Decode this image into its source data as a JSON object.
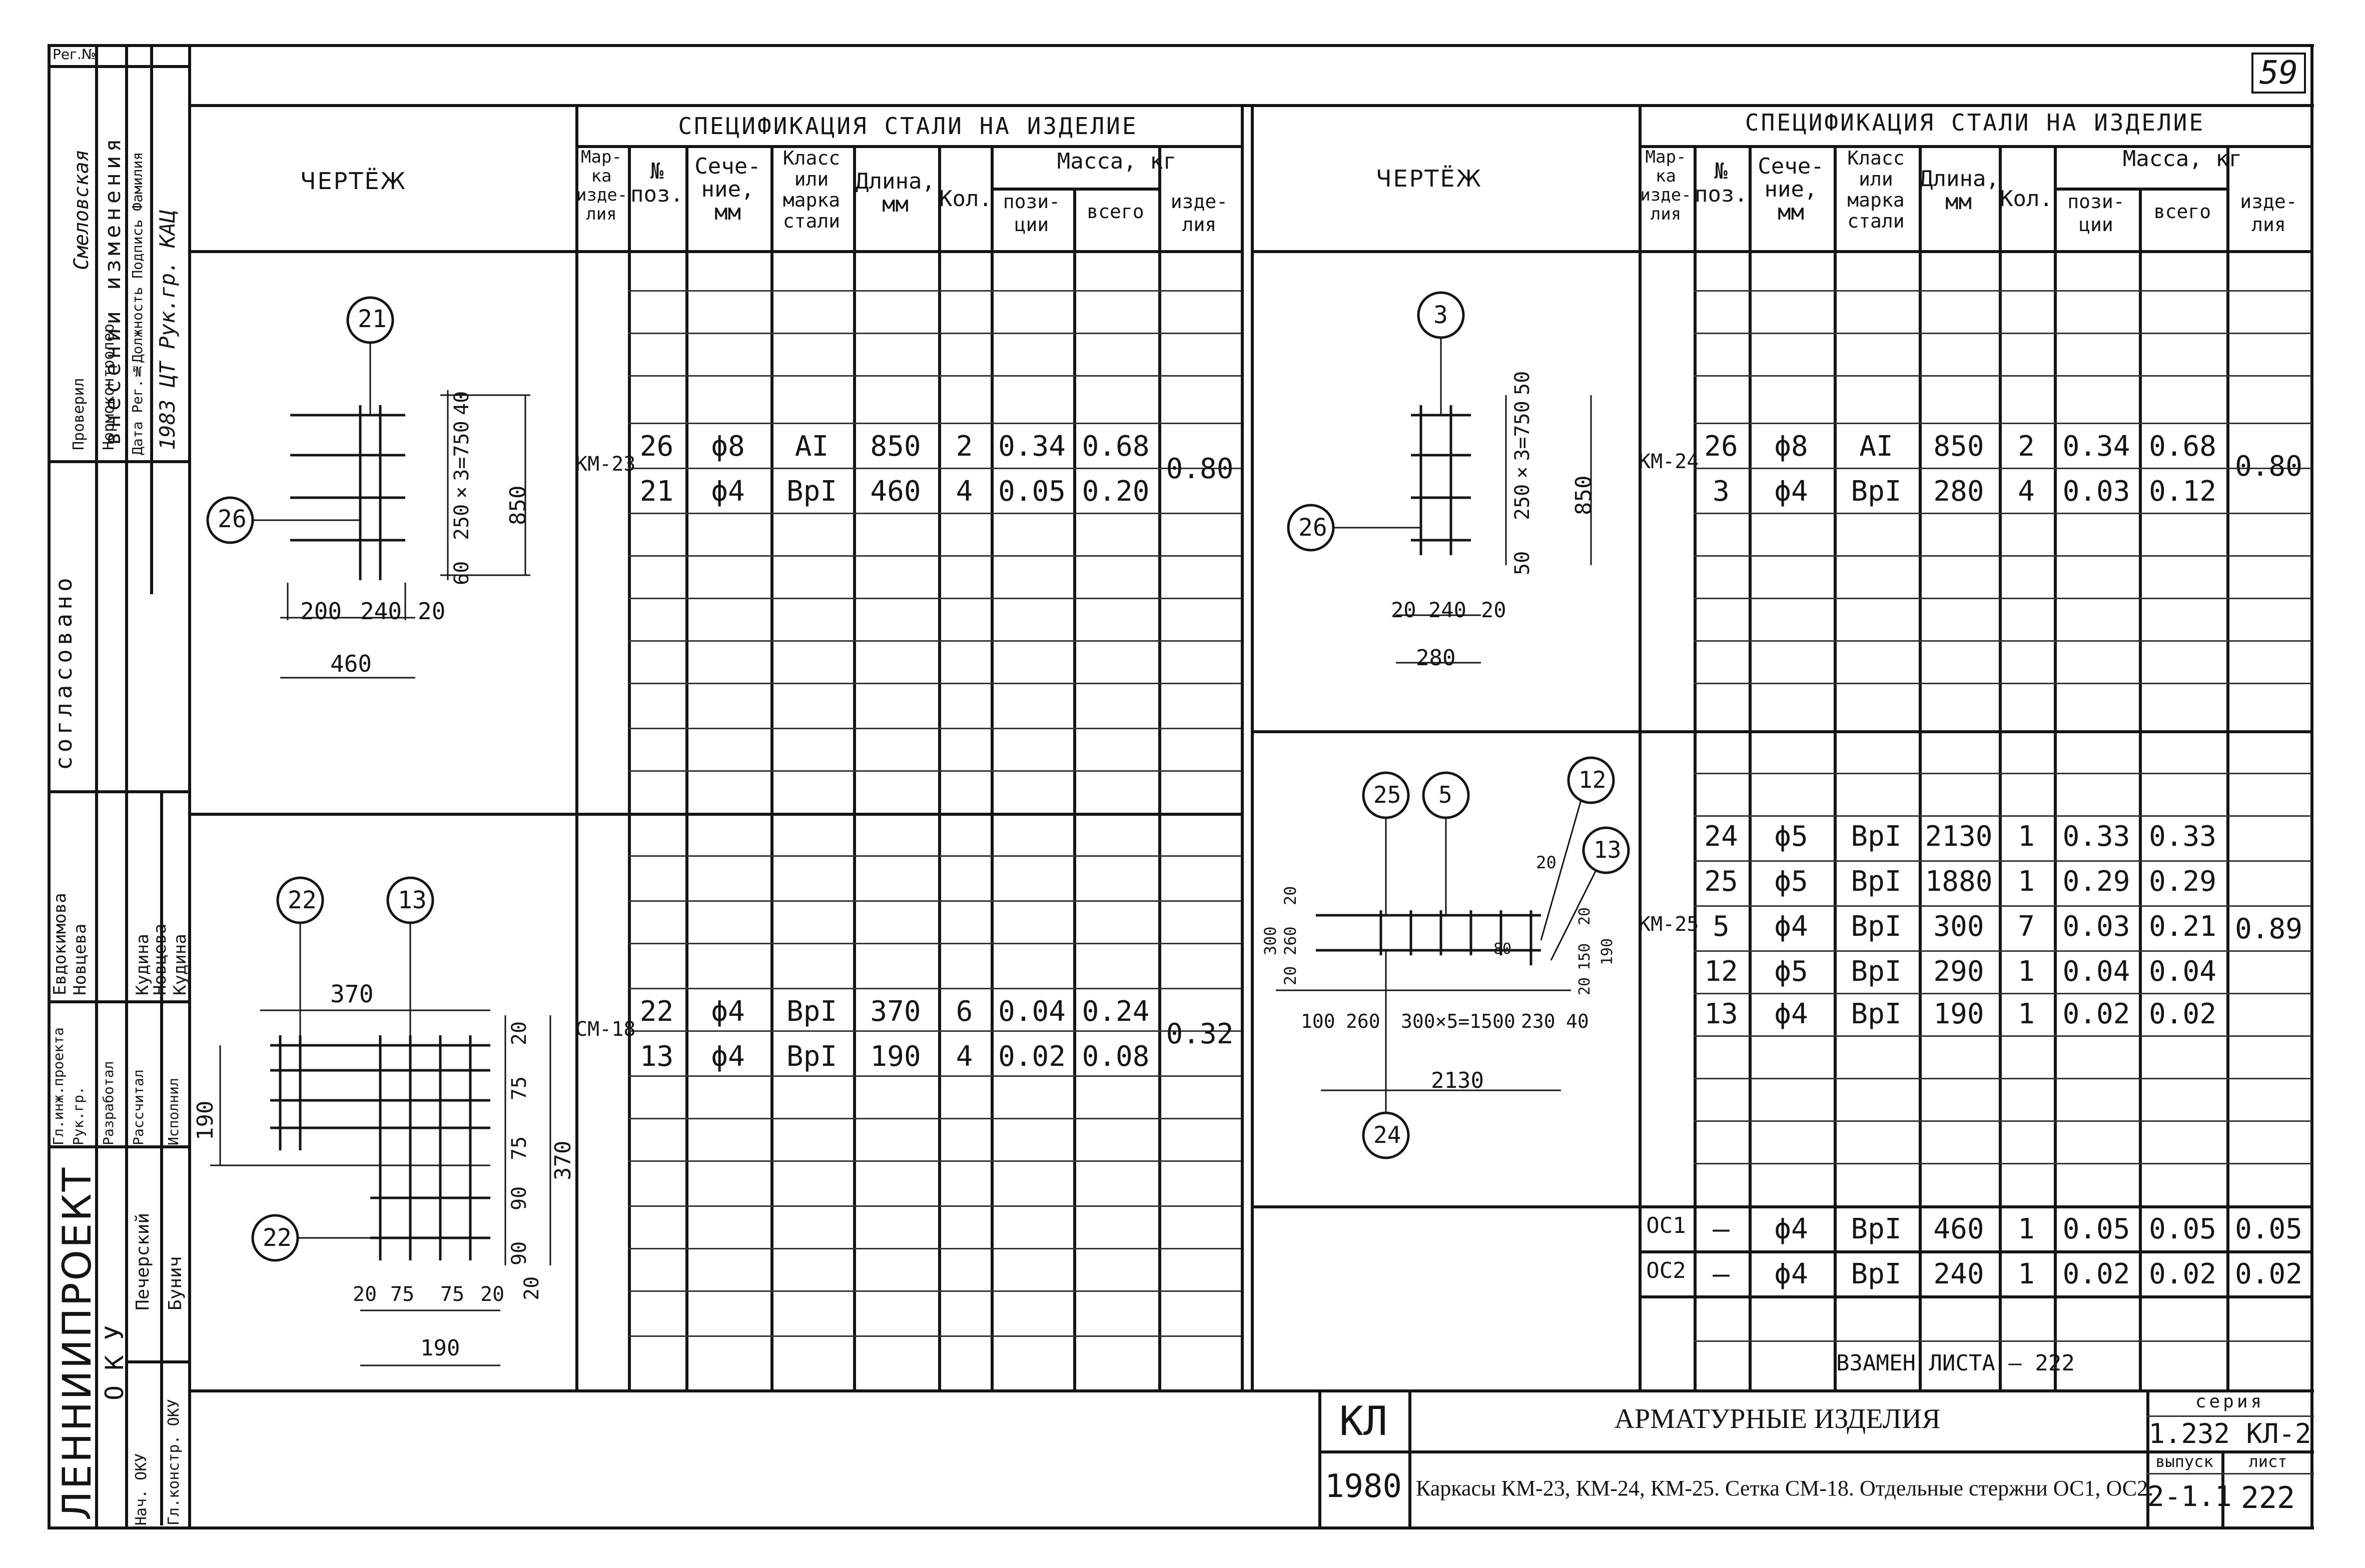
{
  "sheet": {
    "number": "59",
    "reg_no_label": "Рег.№"
  },
  "sidebar": {
    "org": "ЛЕННИИПРОЕКТ",
    "dept": "О К У",
    "agreed": "согласовано",
    "changes": "внесении изменения",
    "changes_cols": "Дата Рег.№Должность Подпись Фамилия",
    "changes_row": "1983 ЦТ Рук.гр. КАЦ",
    "checked": "Проверил",
    "checked_name": "Смеловская",
    "norm": "Нормоконтролер",
    "roles": [
      "Гл.инж.проекта",
      "Рук.гр.",
      "Разработал",
      "Рассчитал",
      "Исполнил"
    ],
    "names": [
      "Евдокимова",
      "Новцева",
      "Кудина",
      "Новцева",
      "Кудина"
    ],
    "pech": "Печерский",
    "bunich": "Бунич",
    "nach": "Нач. ОКУ",
    "glk": "Гл.констр. ОКУ"
  },
  "left": {
    "drawing_label": "ЧЕРТЁЖ",
    "spec_title": "СПЕЦИФИКАЦИЯ СТАЛИ НА ИЗДЕЛИЕ",
    "headers": {
      "mark": "Мар-\nка\nизде-\nлия",
      "pos": "№\nпоз.",
      "section": "Сече-\nние,\nмм",
      "class": "Класс\nили\nмарка\nстали",
      "length": "Длина,\nмм",
      "qty": "Кол.",
      "mass": "Масса, кг",
      "mass_pos": "пози-\nции",
      "mass_total": "всего",
      "mass_item": "изде-\nлия"
    },
    "groups": [
      {
        "mark": "КМ-23",
        "item_mass": "0.80",
        "rows": [
          {
            "pos": "26",
            "section": "ϕ8",
            "class": "AI",
            "length": "850",
            "qty": "2",
            "mpos": "0.34",
            "mtot": "0.68"
          },
          {
            "pos": "21",
            "section": "ϕ4",
            "class": "BpI",
            "length": "460",
            "qty": "4",
            "mpos": "0.05",
            "mtot": "0.20"
          }
        ]
      },
      {
        "mark": "СМ-18",
        "item_mass": "0.32",
        "rows": [
          {
            "pos": "22",
            "section": "ϕ4",
            "class": "BpI",
            "length": "370",
            "qty": "6",
            "mpos": "0.04",
            "mtot": "0.24"
          },
          {
            "pos": "13",
            "section": "ϕ4",
            "class": "BpI",
            "length": "190",
            "qty": "4",
            "mpos": "0.02",
            "mtot": "0.08"
          }
        ]
      }
    ],
    "km23_dims": {
      "w1": "200",
      "w2": "240",
      "w3": "20",
      "total": "460",
      "h_top": "40",
      "h_mid": "250×3=750",
      "h_bot": "60",
      "h_total": "850",
      "bubble_a": "21",
      "bubble_b": "26"
    },
    "cm18_dims": {
      "top": "370",
      "side": "190",
      "r1": "20",
      "r2": "75",
      "r3": "75",
      "r4": "90",
      "r5": "90",
      "r6": "20",
      "rtot": "370",
      "b1": "20",
      "b2": "75",
      "b3": "75",
      "b4": "20",
      "btot": "190",
      "bubble_a": "22",
      "bubble_b": "13",
      "bubble_c": "22"
    }
  },
  "right": {
    "drawing_label": "ЧЕРТЁЖ",
    "spec_title": "СПЕЦИФИКАЦИЯ СТАЛИ НА ИЗДЕЛИЕ",
    "headers": {
      "mark": "Мар-\nка\nизде-\nлия",
      "pos": "№\nпоз.",
      "section": "Сече-\nние,\nмм",
      "class": "Класс\nили\nмарка\nстали",
      "length": "Длина,\nмм",
      "qty": "Кол.",
      "mass": "Масса, кг",
      "mass_pos": "пози-\nции",
      "mass_total": "всего",
      "mass_item": "изде-\nлия"
    },
    "groups": [
      {
        "mark": "КМ-24",
        "item_mass": "0.80",
        "rows": [
          {
            "pos": "26",
            "section": "ϕ8",
            "class": "AI",
            "length": "850",
            "qty": "2",
            "mpos": "0.34",
            "mtot": "0.68"
          },
          {
            "pos": "3",
            "section": "ϕ4",
            "class": "BpI",
            "length": "280",
            "qty": "4",
            "mpos": "0.03",
            "mtot": "0.12"
          }
        ]
      },
      {
        "mark": "КМ-25",
        "item_mass": "0.89",
        "rows": [
          {
            "pos": "24",
            "section": "ϕ5",
            "class": "BpI",
            "length": "2130",
            "qty": "1",
            "mpos": "0.33",
            "mtot": "0.33"
          },
          {
            "pos": "25",
            "section": "ϕ5",
            "class": "BpI",
            "length": "1880",
            "qty": "1",
            "mpos": "0.29",
            "mtot": "0.29"
          },
          {
            "pos": "5",
            "section": "ϕ4",
            "class": "BpI",
            "length": "300",
            "qty": "7",
            "mpos": "0.03",
            "mtot": "0.21"
          },
          {
            "pos": "12",
            "section": "ϕ5",
            "class": "BpI",
            "length": "290",
            "qty": "1",
            "mpos": "0.04",
            "mtot": "0.04"
          },
          {
            "pos": "13",
            "section": "ϕ4",
            "class": "BpI",
            "length": "190",
            "qty": "1",
            "mpos": "0.02",
            "mtot": "0.02"
          }
        ]
      },
      {
        "mark": "ОС1",
        "item_mass": "0.05",
        "rows": [
          {
            "pos": "–",
            "section": "ϕ4",
            "class": "BpI",
            "length": "460",
            "qty": "1",
            "mpos": "0.05",
            "mtot": "0.05"
          }
        ]
      },
      {
        "mark": "ОС2",
        "item_mass": "0.02",
        "rows": [
          {
            "pos": "–",
            "section": "ϕ4",
            "class": "BpI",
            "length": "240",
            "qty": "1",
            "mpos": "0.02",
            "mtot": "0.02"
          }
        ]
      }
    ],
    "replace_note": "ВЗАМЕН ЛИСТА – 222",
    "km24_dims": {
      "w1": "20",
      "w2": "240",
      "w3": "20",
      "total": "280",
      "h_top": "50",
      "h_mid": "250×3=750",
      "h_bot": "50",
      "h_total": "850",
      "bubble_a": "3",
      "bubble_b": "26"
    },
    "km25_dims": {
      "b1": "100",
      "b2": "260",
      "b3": "300×5=1500",
      "b4": "230",
      "b5": "40",
      "total": "2130",
      "l1": "300",
      "l2": "260",
      "l3": "20",
      "l4": "20",
      "t1": "20",
      "r1": "20",
      "r2": "150",
      "r3": "190",
      "r4": "20",
      "s1": "80",
      "bubble_a": "25",
      "bubble_b": "5",
      "bubble_c": "12",
      "bubble_d": "13",
      "bubble_e": "24"
    }
  },
  "title_block": {
    "code": "КЛ",
    "year": "1980",
    "name": "АРМАТУРНЫЕ ИЗДЕЛИЯ",
    "desc": "Каркасы КМ-23, КМ-24, КМ-25. Сетка СМ-18. Отдельные стержни ОС1, ОС2.",
    "series_label": "серия",
    "series": "1.232 КЛ-2",
    "issue_label": "выпуск",
    "issue": "2-1.1",
    "sheet_label": "лист",
    "sheet": "222"
  }
}
